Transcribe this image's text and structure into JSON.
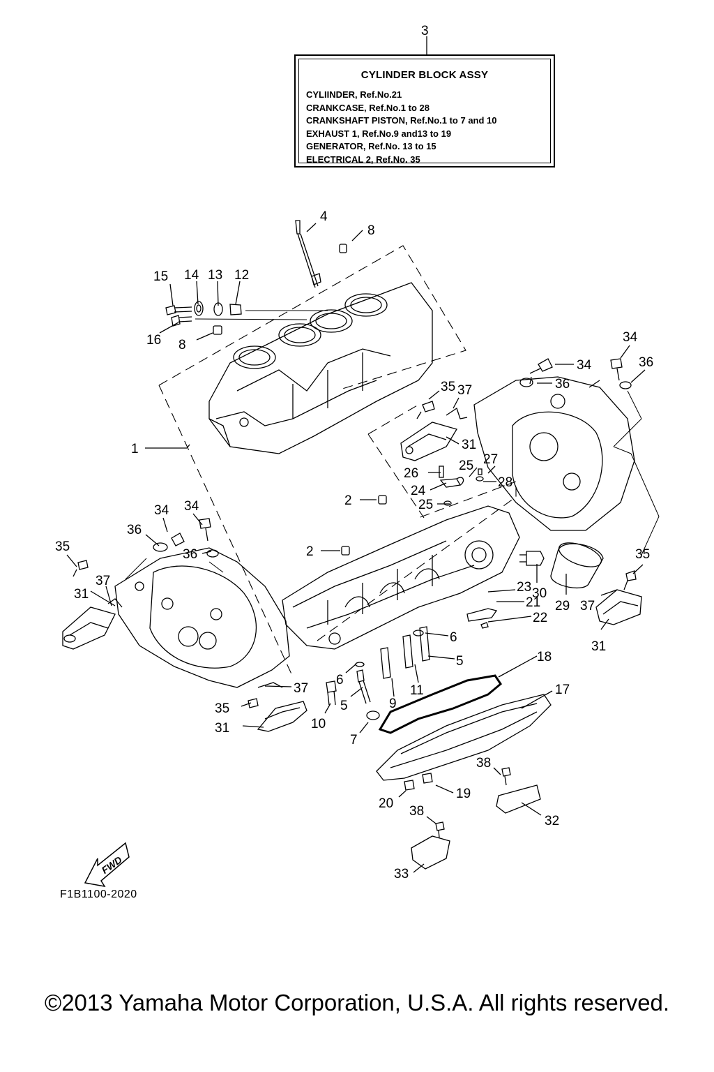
{
  "legend": {
    "ref_number": "3",
    "title": "CYLINDER BLOCK ASSY",
    "lines": [
      "CYLIINDER, Ref.No.21",
      "CRANKCASE, Ref.No.1 to 28",
      "CRANKSHAFT PISTON, Ref.No.1 to 7 and 10",
      "EXHAUST 1, Ref.No.9 and13 to 19",
      "GENERATOR, Ref.No. 13 to 15",
      "ELECTRICAL 2, Ref.No. 35"
    ]
  },
  "callouts": {
    "c4": "4",
    "c8a": "8",
    "c15": "15",
    "c14": "14",
    "c13": "13",
    "c12": "12",
    "c16": "16",
    "c8b": "8",
    "c1": "1",
    "c34a": "34",
    "c36a": "36",
    "c35a": "35",
    "c37a": "37",
    "c31a": "31",
    "c26": "26",
    "c25a": "25",
    "c27": "27",
    "c24": "24",
    "c28": "28",
    "c25b": "25",
    "c2a": "2",
    "c2b": "2",
    "c34b": "34",
    "c34c": "34",
    "c36b": "36",
    "c35b": "35",
    "c36c": "36",
    "c37b": "37",
    "c31b": "31",
    "c23": "23",
    "c21": "21",
    "c22": "22",
    "c30": "30",
    "c29": "29",
    "c35c": "35",
    "c37c": "37",
    "c31c": "31",
    "c6a": "6",
    "c5a": "5",
    "c6b": "6",
    "c18": "18",
    "c17": "17",
    "c9": "9",
    "c11": "11",
    "c10": "10",
    "c5b": "5",
    "c7": "7",
    "c37d": "37",
    "c35d": "35",
    "c31d": "31",
    "c38a": "38",
    "c32": "32",
    "c20": "20",
    "c19": "19",
    "c38b": "38",
    "c33": "33"
  },
  "fwd_label": "FWD",
  "drawing_code": "F1B1100-2020",
  "copyright": "©2013 Yamaha Motor Corporation, U.S.A. All rights reserved."
}
